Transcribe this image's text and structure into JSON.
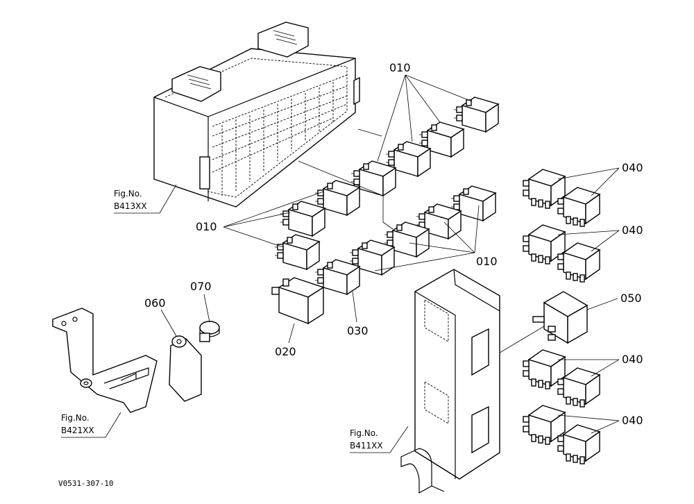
{
  "callouts": {
    "p010_top": "010",
    "p010_left": "010",
    "p010_right": "010",
    "p020": "020",
    "p030": "030",
    "p040_a": "040",
    "p040_b": "040",
    "p040_c": "040",
    "p040_d": "040",
    "p050": "050",
    "p060": "060",
    "p070": "070"
  },
  "fig_refs": {
    "fuse_box": {
      "line1": "Fig.No.",
      "line2": "B413XX"
    },
    "bracket": {
      "line1": "Fig.No.",
      "line2": "B421XX"
    },
    "relay_holder": {
      "line1": "Fig.No.",
      "line2": "B411XX"
    }
  },
  "drawing_code": "V0531-307-10"
}
